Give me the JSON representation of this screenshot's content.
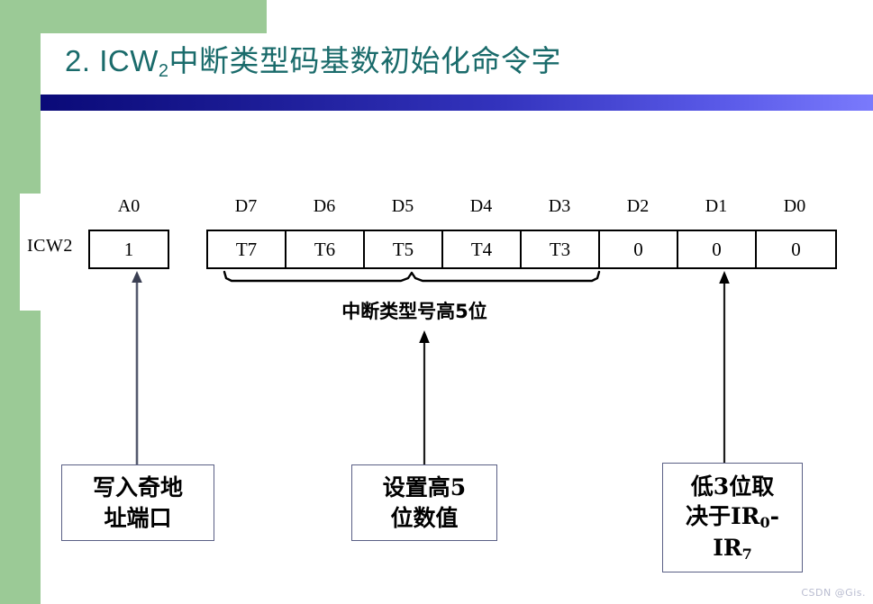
{
  "slide": {
    "title_prefix": "2.  ICW",
    "title_sub": "2",
    "title_rest": "中断类型码基数初始化命令字",
    "accent_gradient_from": "#0a0a78",
    "accent_gradient_to": "#7a7afc",
    "decor_green": "#9bca96",
    "title_color": "#1a6b6b"
  },
  "diagram": {
    "register_name": "ICW2",
    "address_bit": {
      "name": "A0",
      "value": "1"
    },
    "data_bits": [
      {
        "name": "D7",
        "value": "T7"
      },
      {
        "name": "D6",
        "value": "T6"
      },
      {
        "name": "D5",
        "value": "T5"
      },
      {
        "name": "D4",
        "value": "T4"
      },
      {
        "name": "D3",
        "value": "T3"
      },
      {
        "name": "D2",
        "value": "0"
      },
      {
        "name": "D1",
        "value": "0"
      },
      {
        "name": "D0",
        "value": "0"
      }
    ],
    "brace_caption": "中断类型号高5位"
  },
  "callouts": [
    {
      "id": "write-port",
      "line1": "写入奇地",
      "line2": "址端口"
    },
    {
      "id": "set-high5",
      "line1": "设置高5",
      "line2": "位数值"
    },
    {
      "id": "low3-ir",
      "line1": "低3位取",
      "line2_a": "决于IR",
      "line2_sub": "0",
      "line2_b": "-",
      "line3_a": "IR",
      "line3_sub": "7"
    }
  ],
  "watermark": "CSDN @Gis."
}
